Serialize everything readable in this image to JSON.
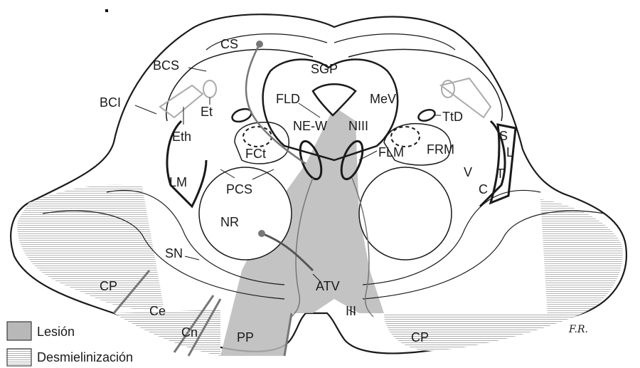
{
  "labels": {
    "cs": "CS",
    "bcs": "BCS",
    "bci": "BCI",
    "et": "Et",
    "eth": "Eth",
    "sgp": "SGP",
    "fld": "FLD",
    "mev": "MeV",
    "ttd": "TtD",
    "new": "NE-W",
    "niii": "NIII",
    "fct": "FCt",
    "flm": "FLM",
    "frm": "FRM",
    "s": "S",
    "l": "L",
    "t": "T",
    "v": "V",
    "c": "C",
    "lm": "LM",
    "pcs": "PCS",
    "nr": "NR",
    "sn": "SN",
    "atv": "ATV",
    "cp_left": "CP",
    "cp_right": "CP",
    "ce": "Ce",
    "cn": "Cn",
    "pp": "PP",
    "iii": "III"
  },
  "signature": "F.R.",
  "legend": {
    "lesion": "Lesión",
    "demyelination": "Desmielinización"
  },
  "colors": {
    "lesion": "#b8b8b8",
    "outline": "#1a1a1a",
    "tract": "#777777"
  }
}
